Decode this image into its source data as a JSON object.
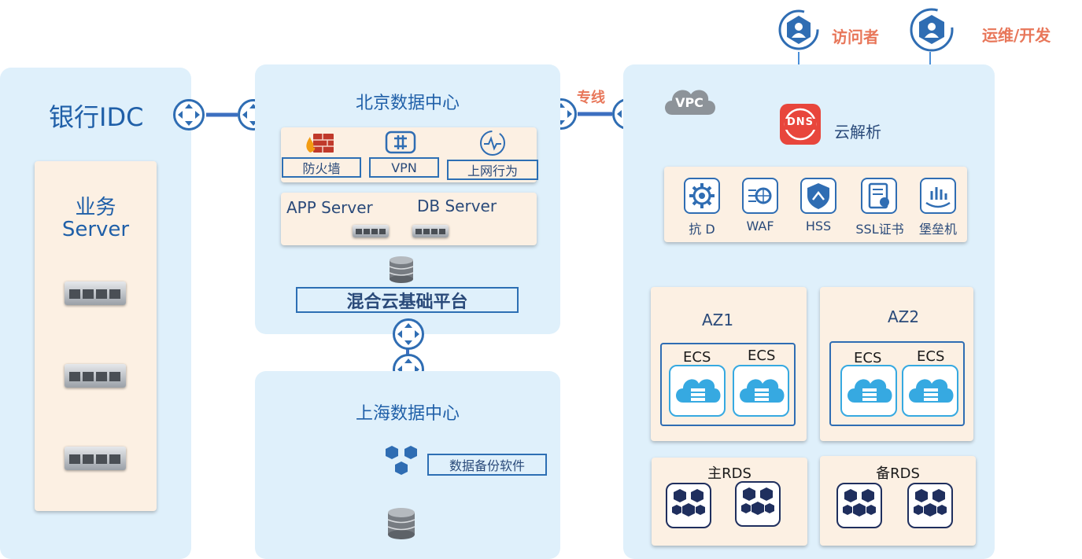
{
  "idc": {
    "title": "银行IDC",
    "server_label_line1": "业务",
    "server_label_line2": "Server"
  },
  "beijing": {
    "title": "北京数据中心",
    "security_items": [
      "防火墙",
      "VPN",
      "上网行为"
    ],
    "app_server": "APP Server",
    "db_server": "DB Server",
    "platform": "混合云基础平台"
  },
  "shanghai": {
    "title": "上海数据中心",
    "backup_software": "数据备份软件"
  },
  "link": {
    "label": "专线"
  },
  "cloud": {
    "vpc": "VPC",
    "visitor": "访问者",
    "ops": "运维/开发",
    "dns_badge": "DNS",
    "dns_label": "云解析",
    "security_services": [
      "抗 D",
      "WAF",
      "HSS",
      "SSL证书",
      "堡垒机"
    ],
    "az1": {
      "title": "AZ1",
      "ecs": [
        "ECS",
        "ECS"
      ]
    },
    "az2": {
      "title": "AZ2",
      "ecs": [
        "ECS",
        "ECS"
      ]
    },
    "rds_primary": "主RDS",
    "rds_standby": "备RDS"
  },
  "colors": {
    "panel": "#dff0fb",
    "cream": "#fcf0e3",
    "accent": "#2f6db3",
    "orange": "#e8775a",
    "ecs": "#36a9e1",
    "rds": "#1f2f5e",
    "dns_red": "#e8463c"
  }
}
